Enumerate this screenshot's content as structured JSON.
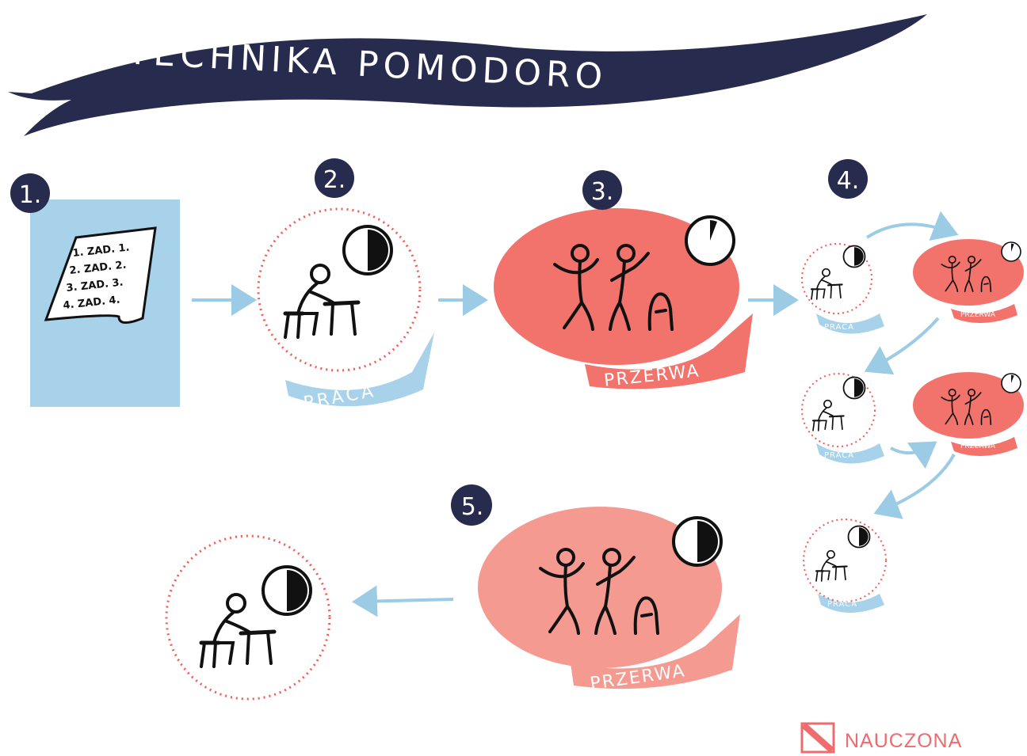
{
  "title": "TECHNIKA POMODORO",
  "colors": {
    "navy": "#272b4d",
    "coral": "#f2736b",
    "coral_light": "#f49a91",
    "blue": "#a7d2ea",
    "arrow": "#9ccbe5",
    "brand": "#ee6b6e"
  },
  "steps": [
    {
      "number": "1."
    },
    {
      "number": "2."
    },
    {
      "number": "3."
    },
    {
      "number": "4."
    },
    {
      "number": "5."
    }
  ],
  "task_list": [
    "1. ZAD. 1.",
    "2. ZAD. 2.",
    "3. ZAD. 3.",
    "4. ZAD. 4."
  ],
  "labels": {
    "work": "PRACA",
    "break": "PRZERWA"
  },
  "brand": {
    "name": "NAUCZONA",
    "logo_icon": "nauczona-logo-icon"
  }
}
